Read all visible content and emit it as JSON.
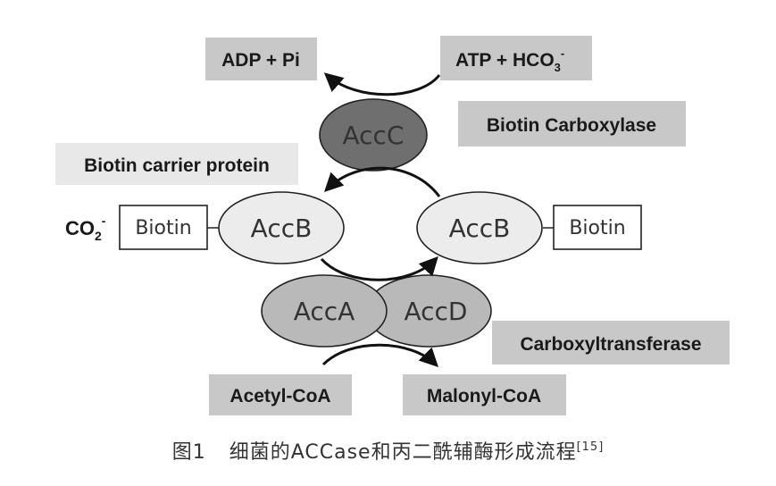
{
  "diagram": {
    "boxes": {
      "adp": "ADP + Pi",
      "atp": "ATP + HCO",
      "atp_sub": "3",
      "atp_sup": "-",
      "biotin_carboxylase": "Biotin Carboxylase",
      "biotin_carrier": "Biotin carrier protein",
      "carboxyltransferase": "Carboxyltransferase",
      "acetyl": "Acetyl-CoA",
      "malonyl": "Malonyl-CoA"
    },
    "co2": {
      "base": "CO",
      "sub": "2",
      "sup": "-"
    },
    "biotin_left": "Biotin",
    "biotin_right": "Biotin",
    "subunits": {
      "accc": "AccC",
      "accb_left": "AccB",
      "accb_right": "AccB",
      "acca": "AccA",
      "accd": "AccD"
    },
    "colors": {
      "label_box": "#c8c8c8",
      "label_box_light": "#e8e8e8",
      "accc_fill": "#6f6f6f",
      "accb_fill": "#ececec",
      "accad_fill": "#b9b9b9"
    }
  },
  "caption": {
    "figure": "图1",
    "text": "细菌的ACCase和丙二酰辅酶形成流程",
    "ref": "[15]"
  }
}
